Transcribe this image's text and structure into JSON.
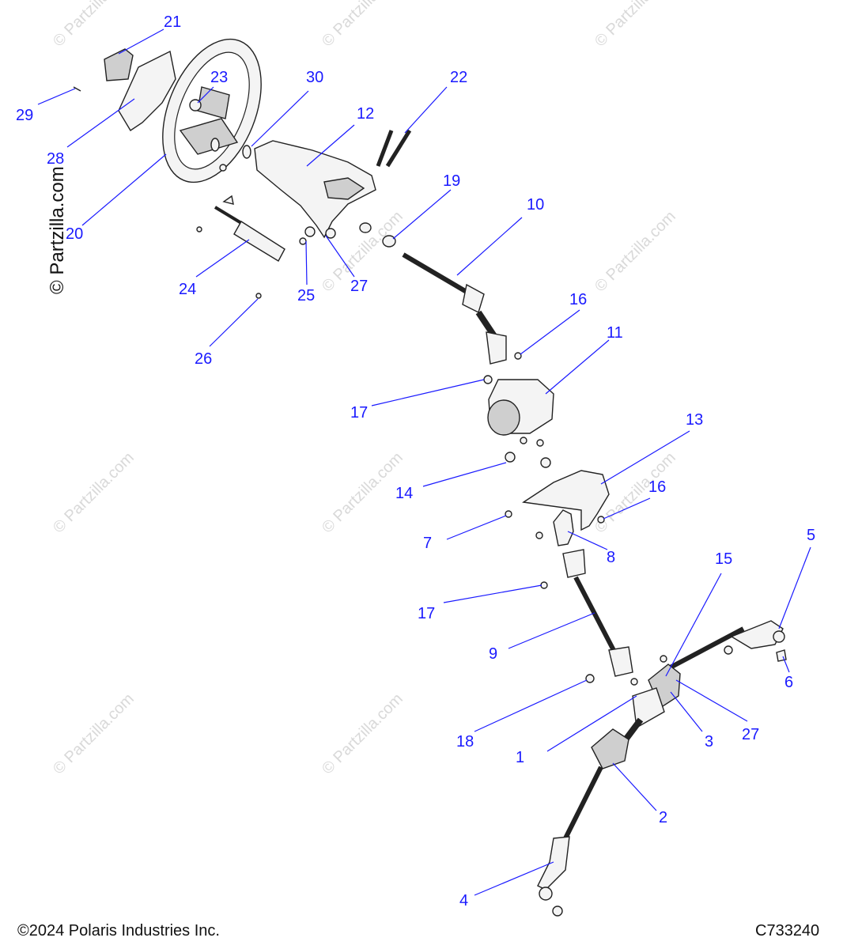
{
  "watermark": {
    "vertical": "© Partzilla.com",
    "repeat": "© Partzilla.com"
  },
  "callouts": {
    "c1": "1",
    "c2": "2",
    "c3": "3",
    "c4": "4",
    "c5": "5",
    "c6": "6",
    "c7": "7",
    "c8": "8",
    "c9": "9",
    "c10": "10",
    "c11": "11",
    "c12": "12",
    "c13": "13",
    "c14": "14",
    "c15": "15",
    "c16a": "16",
    "c16b": "16",
    "c17a": "17",
    "c17b": "17",
    "c18": "18",
    "c19": "19",
    "c20": "20",
    "c21": "21",
    "c22": "22",
    "c23": "23",
    "c24": "24",
    "c25": "25",
    "c26": "26",
    "c27a": "27",
    "c27b": "27",
    "c28": "28",
    "c29": "29",
    "c30": "30"
  },
  "footer": {
    "copyright": "©2024 Polaris Industries Inc.",
    "diagram_code": "C733240"
  },
  "colors": {
    "callout": "#1a1aff",
    "line_art": "#222222",
    "watermark": "#d9d9d9"
  }
}
